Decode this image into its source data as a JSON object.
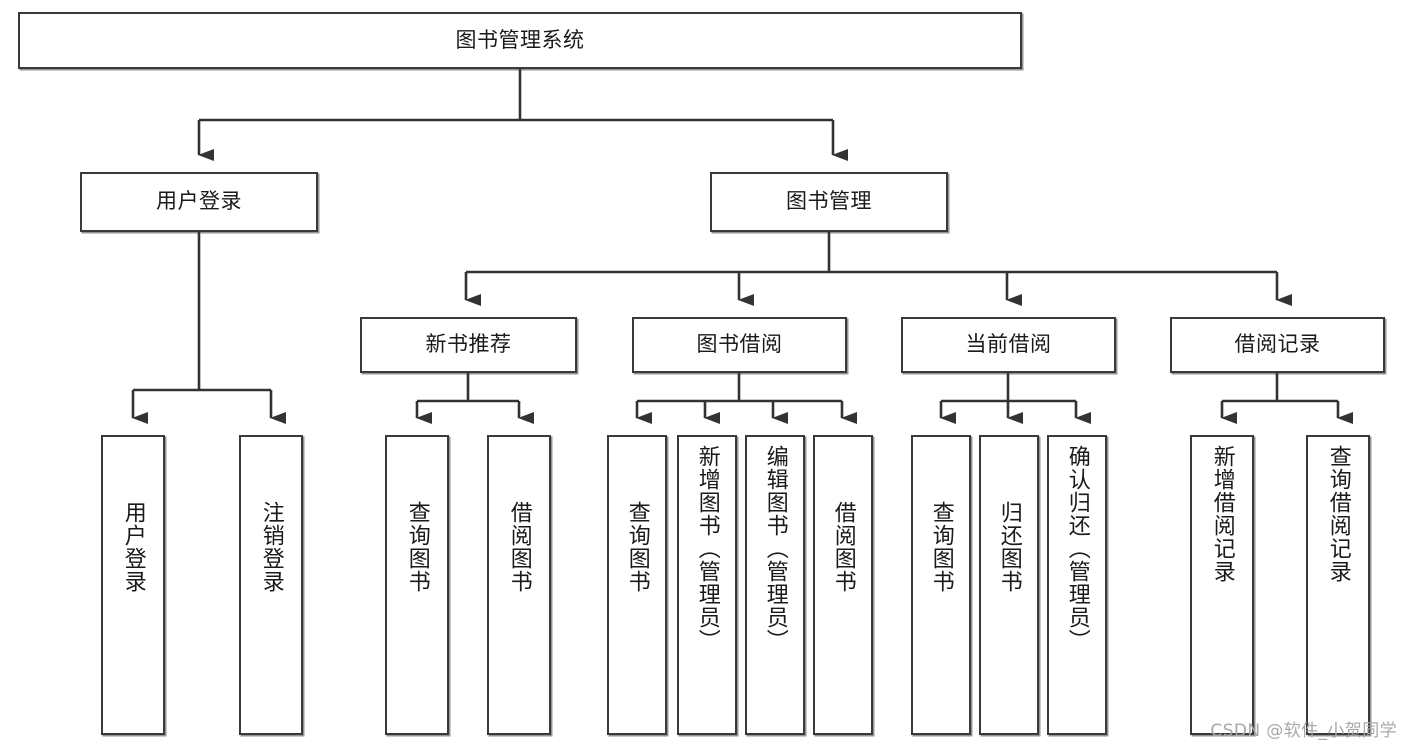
{
  "diagram": {
    "title": "图书管理系统",
    "type": "tree",
    "colors": {
      "background": "#ffffff",
      "box_border": "#3a3a3a",
      "box_fill": "#ffffff",
      "connector": "#333333",
      "text": "#1a1a1a",
      "watermark": "#a8a8a8"
    },
    "root": {
      "label": "图书管理系统"
    },
    "level2": [
      {
        "label": "用户登录"
      },
      {
        "label": "图书管理"
      }
    ],
    "level3": [
      {
        "label": "新书推荐"
      },
      {
        "label": "图书借阅"
      },
      {
        "label": "当前借阅"
      },
      {
        "label": "借阅记录"
      }
    ],
    "leaves": {
      "user_login": [
        {
          "label": "用户登录"
        },
        {
          "label": "注销登录"
        }
      ],
      "new_book_recommend": [
        {
          "label": "查询图书"
        },
        {
          "label": "借阅图书"
        }
      ],
      "book_borrow": [
        {
          "label": "查询图书"
        },
        {
          "label": "新增图书（管理员）"
        },
        {
          "label": "编辑图书（管理员）"
        },
        {
          "label": "借阅图书"
        }
      ],
      "current_borrow": [
        {
          "label": "查询图书"
        },
        {
          "label": "归还图书"
        },
        {
          "label": "确认归还（管理员）"
        }
      ],
      "borrow_record": [
        {
          "label": "新增借阅记录"
        },
        {
          "label": "查询借阅记录"
        }
      ]
    }
  },
  "watermark": {
    "text": "CSDN @软件_小贺同学"
  }
}
